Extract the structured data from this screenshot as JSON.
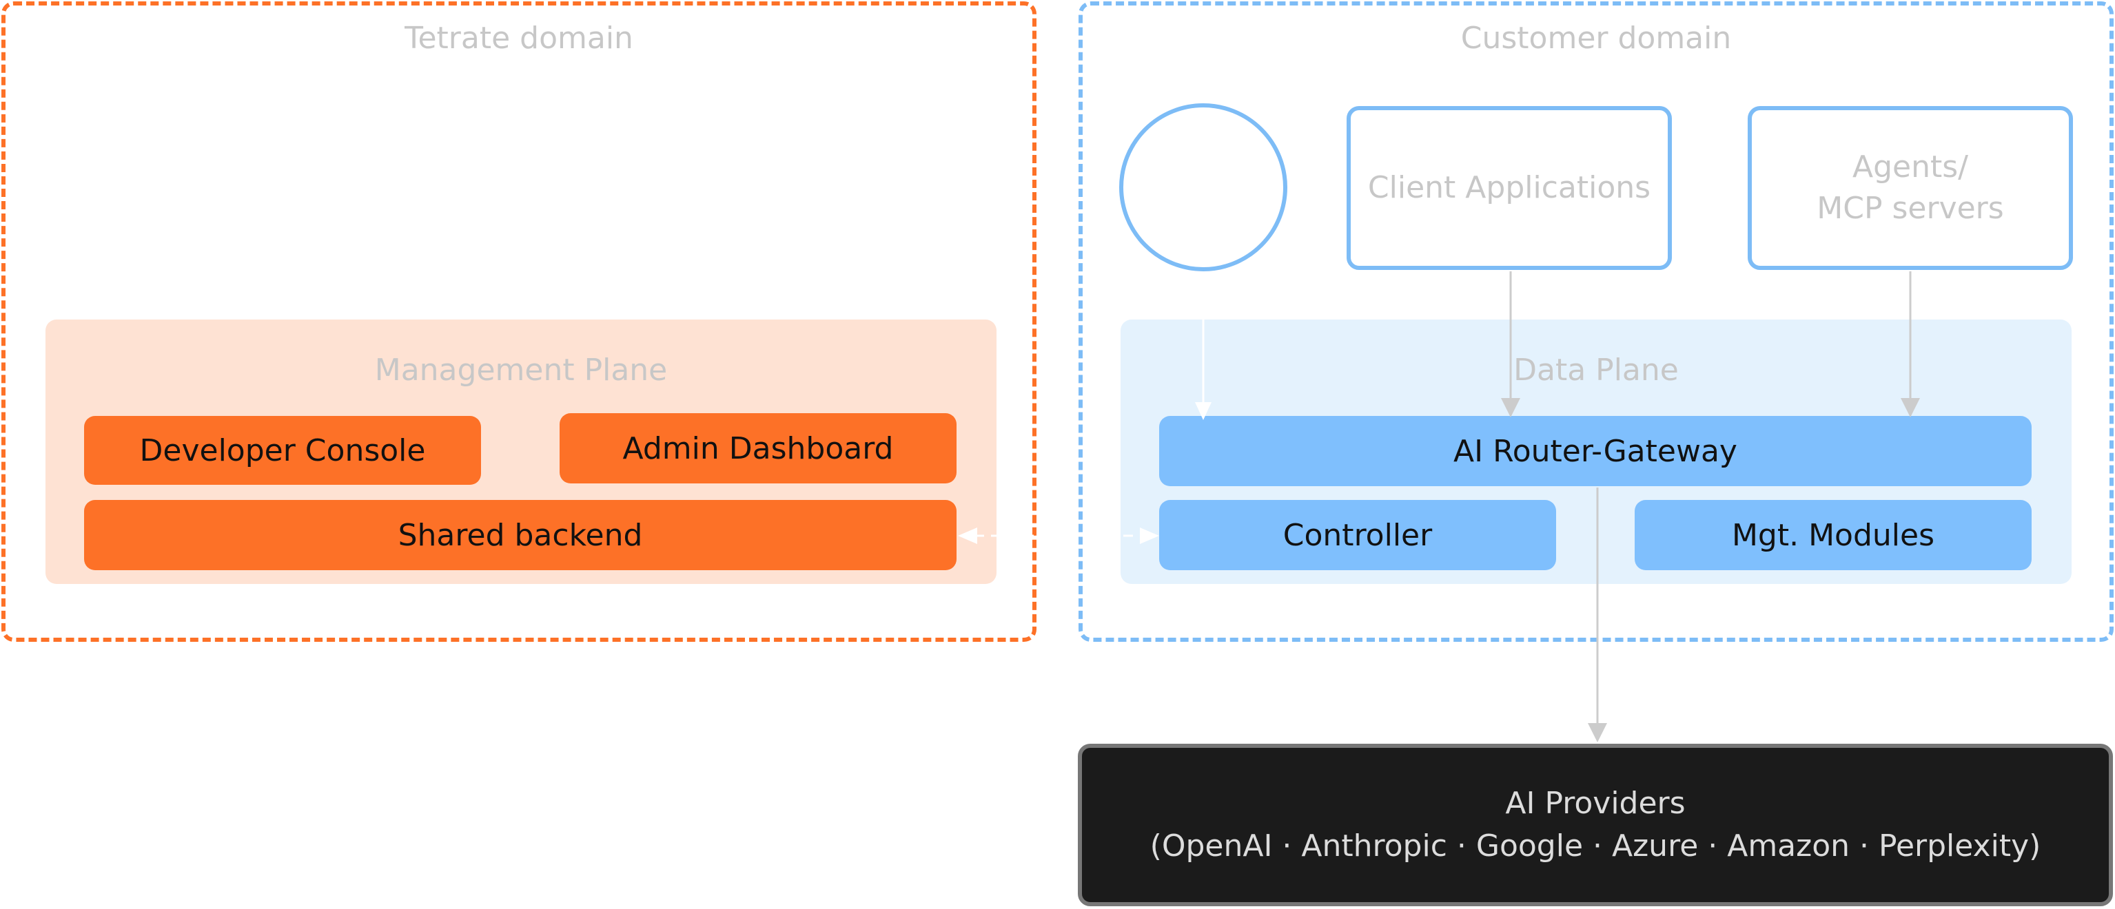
{
  "domains": {
    "tetrate": "Tetrate domain",
    "customer": "Customer domain"
  },
  "planes": {
    "management": "Management Plane",
    "data": "Data Plane"
  },
  "management": {
    "developer_console": "Developer Console",
    "admin_dashboard": "Admin Dashboard",
    "shared_backend": "Shared backend"
  },
  "data_plane": {
    "router_gateway": "AI Router-Gateway",
    "controller": "Controller",
    "mgt_modules": "Mgt. Modules"
  },
  "clients": {
    "client_applications": "Client Applications",
    "agents_line1": "Agents/",
    "agents_line2": "MCP servers"
  },
  "providers": {
    "title": "AI Providers",
    "list": "(OpenAI · Anthropic · Google · Azure · Amazon · Perplexity)"
  },
  "colors": {
    "tetrate_orange": "#fd7127",
    "customer_blue": "#7dbcf6",
    "management_bg": "#fee2d3",
    "data_bg": "#e4f2fd",
    "provider_bg": "#1b1b1b",
    "arrow_grey": "#cccccc"
  }
}
